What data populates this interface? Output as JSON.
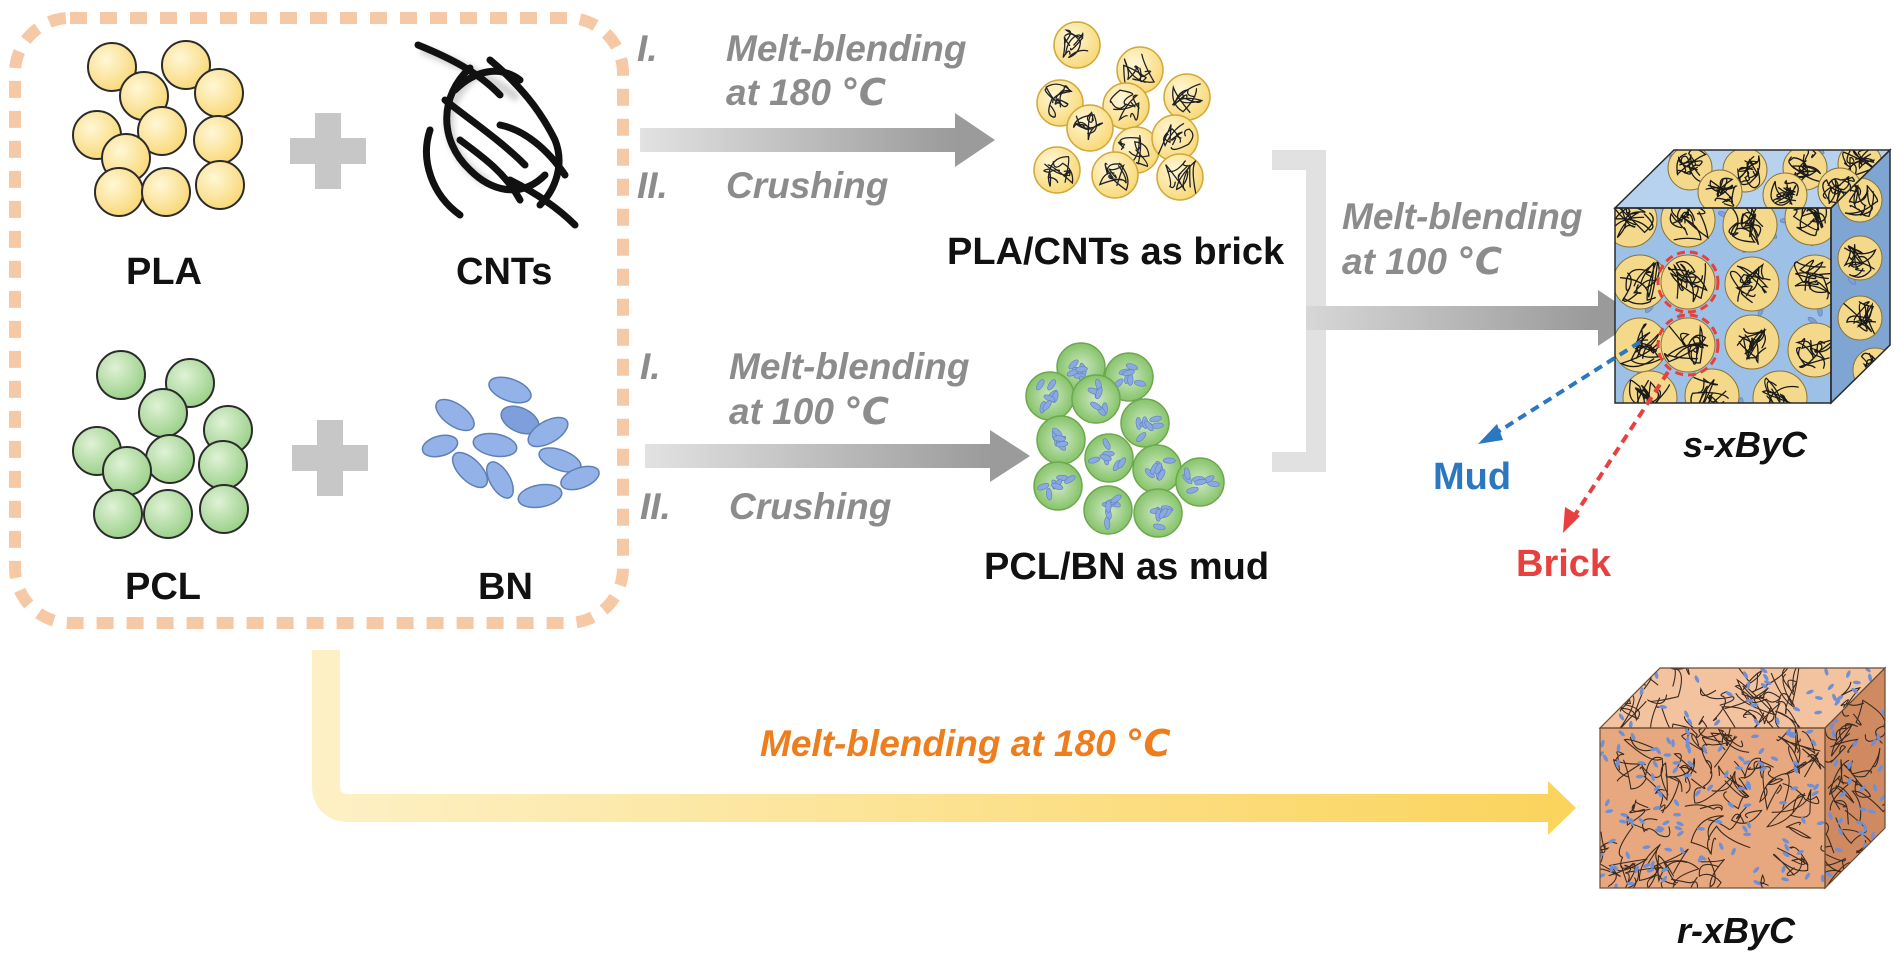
{
  "materials": {
    "pla": "PLA",
    "cnts": "CNTs",
    "pcl": "PCL",
    "bn": "BN"
  },
  "route_top": {
    "step1_numeral": "I.",
    "step1_line1": "Melt-blending",
    "step1_line2": "at 180 ℃",
    "step2_numeral": "II.",
    "step2_text": "Crushing",
    "result": "PLA/CNTs as brick"
  },
  "route_bottom": {
    "step1_numeral": "I.",
    "step1_line1": "Melt-blending",
    "step1_line2": "at 100 ℃",
    "step2_numeral": "II.",
    "step2_text": "Crushing",
    "result": "PCL/BN as mud"
  },
  "merge_step": {
    "line1": "Melt-blending",
    "line2": "at 100 ℃"
  },
  "segregated": {
    "name": "s-xByC",
    "mud_label": "Mud",
    "brick_label": "Brick"
  },
  "direct_route": {
    "label": "Melt-blending at 180 ℃",
    "product": "r-xByC"
  },
  "colors": {
    "pla_fill": "#fce08e",
    "pcl_fill": "#b5e0a6",
    "bn_fill": "#93b3e8",
    "cnt_stroke": "#111111",
    "dashed_box": "#f6c9a6",
    "process_arrow": "#a7a7a7",
    "direct_arrow": "#fbd97b",
    "direct_label": "#ee7d1e",
    "mud_label": "#2b78c0",
    "brick_label": "#e8403e",
    "s_cube_matrix": "#9dc0e6",
    "r_cube_matrix": "#e8a87f"
  }
}
